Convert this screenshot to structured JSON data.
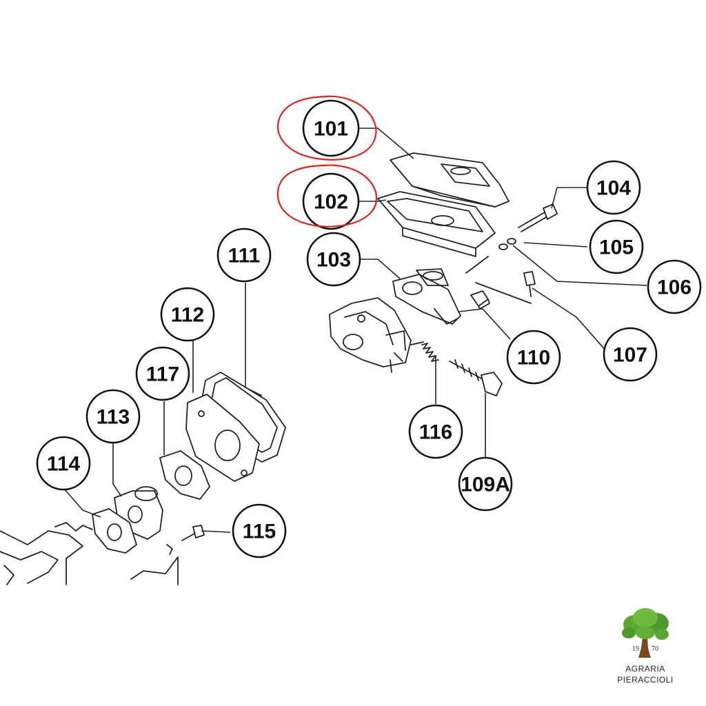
{
  "callouts": {
    "p101": "101",
    "p102": "102",
    "p103": "103",
    "p104": "104",
    "p105": "105",
    "p106": "106",
    "p107": "107",
    "p109a": "109A",
    "p110": "110",
    "p111": "111",
    "p112": "112",
    "p113": "113",
    "p114": "114",
    "p115": "115",
    "p116": "116",
    "p117": "117"
  },
  "highlighted": [
    "101",
    "102"
  ],
  "colors": {
    "highlight": "#e0201c",
    "line": "#222222",
    "tree": "#5aa832",
    "trunk": "#7a4a1e"
  },
  "logo": {
    "year_left": "19",
    "year_right": "70",
    "line1": "AGRARIA",
    "line2": "PIERACCIOLI"
  }
}
